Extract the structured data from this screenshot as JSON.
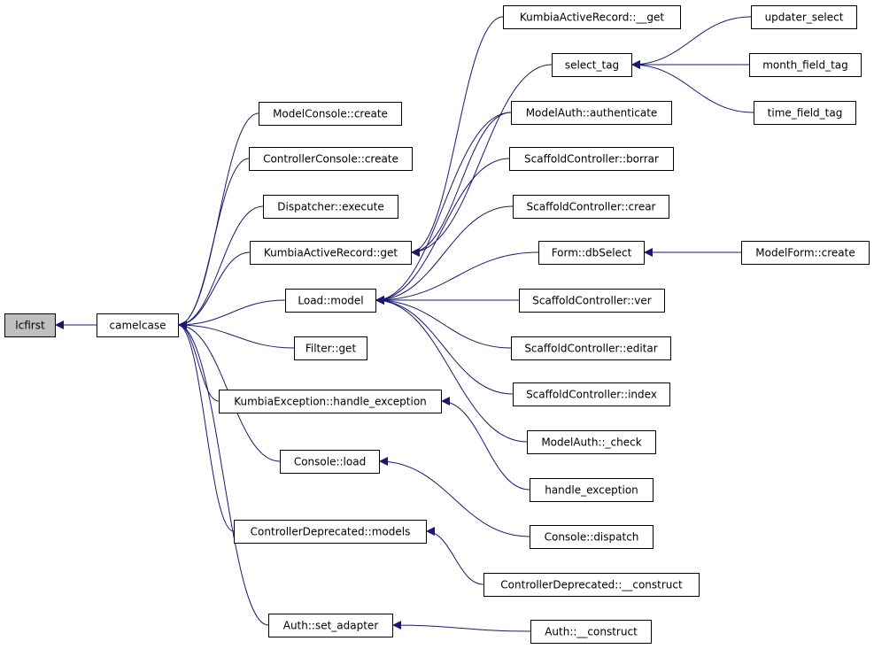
{
  "graph": {
    "nodes": [
      {
        "id": "lcfirst",
        "label": "lcfirst",
        "highlighted": true
      },
      {
        "id": "camelcase",
        "label": "camelcase"
      },
      {
        "id": "modelconsole_create",
        "label": "ModelConsole::create"
      },
      {
        "id": "controllerconsole_create",
        "label": "ControllerConsole::create"
      },
      {
        "id": "dispatcher_execute",
        "label": "Dispatcher::execute"
      },
      {
        "id": "kumbiaactiverecord_get",
        "label": "KumbiaActiveRecord::get"
      },
      {
        "id": "load_model",
        "label": "Load::model"
      },
      {
        "id": "filter_get",
        "label": "Filter::get"
      },
      {
        "id": "kumbiaexception_handle_exception",
        "label": "KumbiaException::handle_exception"
      },
      {
        "id": "console_load",
        "label": "Console::load"
      },
      {
        "id": "controllerdeprecated_models",
        "label": "ControllerDeprecated::models"
      },
      {
        "id": "auth_set_adapter",
        "label": "Auth::set_adapter"
      },
      {
        "id": "kumbiaactiverecord___get",
        "label": "KumbiaActiveRecord::__get"
      },
      {
        "id": "select_tag",
        "label": "select_tag"
      },
      {
        "id": "modelauth_authenticate",
        "label": "ModelAuth::authenticate"
      },
      {
        "id": "scaffoldcontroller_borrar",
        "label": "ScaffoldController::borrar"
      },
      {
        "id": "scaffoldcontroller_crear",
        "label": "ScaffoldController::crear"
      },
      {
        "id": "form_dbselect",
        "label": "Form::dbSelect"
      },
      {
        "id": "scaffoldcontroller_ver",
        "label": "ScaffoldController::ver"
      },
      {
        "id": "scaffoldcontroller_editar",
        "label": "ScaffoldController::editar"
      },
      {
        "id": "scaffoldcontroller_index",
        "label": "ScaffoldController::index"
      },
      {
        "id": "modelauth__check",
        "label": "ModelAuth::_check"
      },
      {
        "id": "handle_exception",
        "label": "handle_exception"
      },
      {
        "id": "console_dispatch",
        "label": "Console::dispatch"
      },
      {
        "id": "controllerdeprecated___construct",
        "label": "ControllerDeprecated::__construct"
      },
      {
        "id": "auth___construct",
        "label": "Auth::__construct"
      },
      {
        "id": "updater_select",
        "label": "updater_select"
      },
      {
        "id": "month_field_tag",
        "label": "month_field_tag"
      },
      {
        "id": "time_field_tag",
        "label": "time_field_tag"
      },
      {
        "id": "modelform_create",
        "label": "ModelForm::create"
      }
    ],
    "edges": [
      {
        "from": "camelcase",
        "to": "lcfirst"
      },
      {
        "from": "modelconsole_create",
        "to": "camelcase"
      },
      {
        "from": "controllerconsole_create",
        "to": "camelcase"
      },
      {
        "from": "dispatcher_execute",
        "to": "camelcase"
      },
      {
        "from": "kumbiaactiverecord_get",
        "to": "camelcase"
      },
      {
        "from": "load_model",
        "to": "camelcase"
      },
      {
        "from": "filter_get",
        "to": "camelcase"
      },
      {
        "from": "kumbiaexception_handle_exception",
        "to": "camelcase"
      },
      {
        "from": "console_load",
        "to": "camelcase"
      },
      {
        "from": "controllerdeprecated_models",
        "to": "camelcase"
      },
      {
        "from": "auth_set_adapter",
        "to": "camelcase"
      },
      {
        "from": "kumbiaactiverecord___get",
        "to": "kumbiaactiverecord_get"
      },
      {
        "from": "select_tag",
        "to": "kumbiaactiverecord_get"
      },
      {
        "from": "modelauth_authenticate",
        "to": "kumbiaactiverecord_get"
      },
      {
        "from": "modelauth_authenticate",
        "to": "load_model"
      },
      {
        "from": "scaffoldcontroller_borrar",
        "to": "load_model"
      },
      {
        "from": "scaffoldcontroller_crear",
        "to": "load_model"
      },
      {
        "from": "form_dbselect",
        "to": "load_model"
      },
      {
        "from": "scaffoldcontroller_ver",
        "to": "load_model"
      },
      {
        "from": "scaffoldcontroller_editar",
        "to": "load_model"
      },
      {
        "from": "scaffoldcontroller_index",
        "to": "load_model"
      },
      {
        "from": "modelauth__check",
        "to": "load_model"
      },
      {
        "from": "handle_exception",
        "to": "kumbiaexception_handle_exception"
      },
      {
        "from": "console_dispatch",
        "to": "console_load"
      },
      {
        "from": "controllerdeprecated___construct",
        "to": "controllerdeprecated_models"
      },
      {
        "from": "auth___construct",
        "to": "auth_set_adapter"
      },
      {
        "from": "updater_select",
        "to": "select_tag"
      },
      {
        "from": "month_field_tag",
        "to": "select_tag"
      },
      {
        "from": "time_field_tag",
        "to": "select_tag"
      },
      {
        "from": "modelform_create",
        "to": "form_dbselect"
      }
    ],
    "colors": {
      "edge": "#191970",
      "node_border": "#000000",
      "highlight_fill": "#bfbfbf",
      "node_fill": "#ffffff"
    }
  }
}
